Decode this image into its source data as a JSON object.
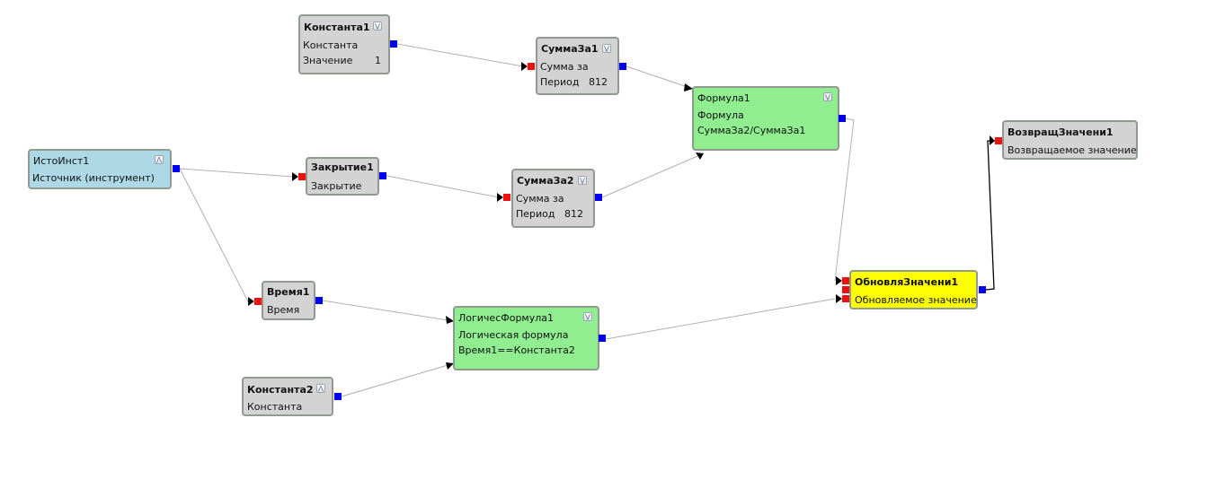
{
  "nodes": {
    "k1": {
      "title": "Константа1",
      "type": "Константа",
      "param_label": "Значение",
      "param_value": "1"
    },
    "sz1": {
      "title": "СуммаЗа1",
      "type": "Сумма за",
      "param_label": "Период",
      "param_value": "812"
    },
    "f1": {
      "title": "Формула1",
      "type": "Формула",
      "expression": "СуммаЗа2/СуммаЗа1"
    },
    "src": {
      "title": "ИстоИнст1",
      "type": "Источник (инструмент)"
    },
    "zak": {
      "title": "Закрытие1",
      "type": "Закрытие"
    },
    "sz2": {
      "title": "СуммаЗа2",
      "type": "Сумма за",
      "param_label": "Период",
      "param_value": "812"
    },
    "vr": {
      "title": "Время1",
      "type": "Время"
    },
    "lf": {
      "title": "ЛогичесФормула1",
      "type": "Логическая формула",
      "expression": "Время1==Константа2"
    },
    "k2": {
      "title": "Константа2",
      "type": "Константа"
    },
    "upd": {
      "title": "ОбновляЗначени1",
      "type": "Обновляемое значение"
    },
    "ret": {
      "title": "ВозвращЗначени1",
      "type": "Возвращаемое значение"
    }
  },
  "icons": {
    "collapse": "double-chevron-down-icon",
    "expand": "double-chevron-up-icon",
    "input_port": "red-square",
    "output_port": "blue-square"
  },
  "colors": {
    "constant_node": "#d3d3d3",
    "formula_node": "#90ee90",
    "source_node": "#add8e6",
    "updatable_node": "#ffff00",
    "output_port": "#0000ee",
    "input_port": "#ee1111",
    "wire": "#b0b0b0",
    "return_wire": "#000000"
  },
  "connections": [
    {
      "from": "Константа1",
      "to": "СуммаЗа1"
    },
    {
      "from": "СуммаЗа1",
      "to": "Формула1"
    },
    {
      "from": "СуммаЗа2",
      "to": "Формула1"
    },
    {
      "from": "ИстоИнст1",
      "to": "Закрытие1"
    },
    {
      "from": "ИстоИнст1",
      "to": "Время1"
    },
    {
      "from": "Закрытие1",
      "to": "СуммаЗа2"
    },
    {
      "from": "Время1",
      "to": "ЛогичесФормула1"
    },
    {
      "from": "Константа2",
      "to": "ЛогичесФормула1"
    },
    {
      "from": "Формула1",
      "to": "ОбновляЗначени1"
    },
    {
      "from": "ЛогичесФормула1",
      "to": "ОбновляЗначени1"
    },
    {
      "from": "ОбновляЗначени1",
      "to": "ВозвращЗначени1"
    }
  ]
}
